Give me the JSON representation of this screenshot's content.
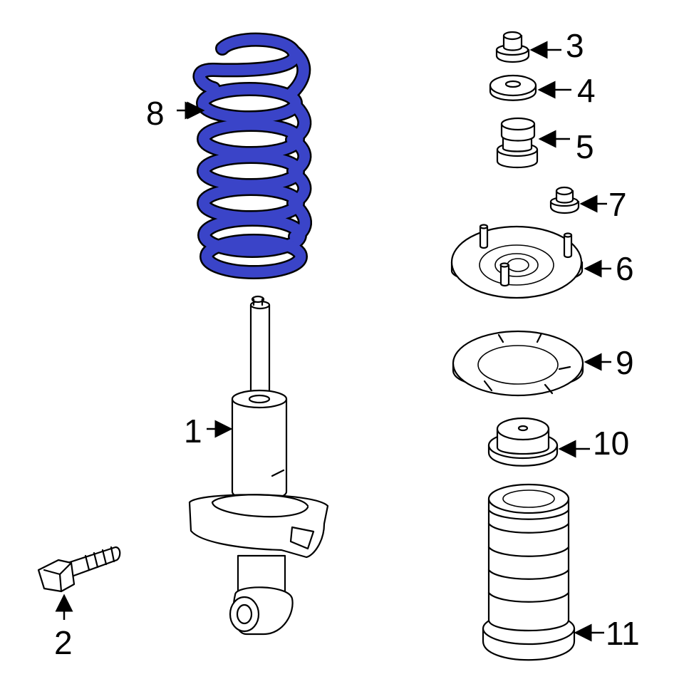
{
  "colors": {
    "highlight": "#3a44c8",
    "line": "#000000",
    "background": "#ffffff"
  },
  "callouts": {
    "c1": "1",
    "c2": "2",
    "c3": "3",
    "c4": "4",
    "c5": "5",
    "c6": "6",
    "c7": "7",
    "c8": "8",
    "c9": "9",
    "c10": "10",
    "c11": "11"
  }
}
